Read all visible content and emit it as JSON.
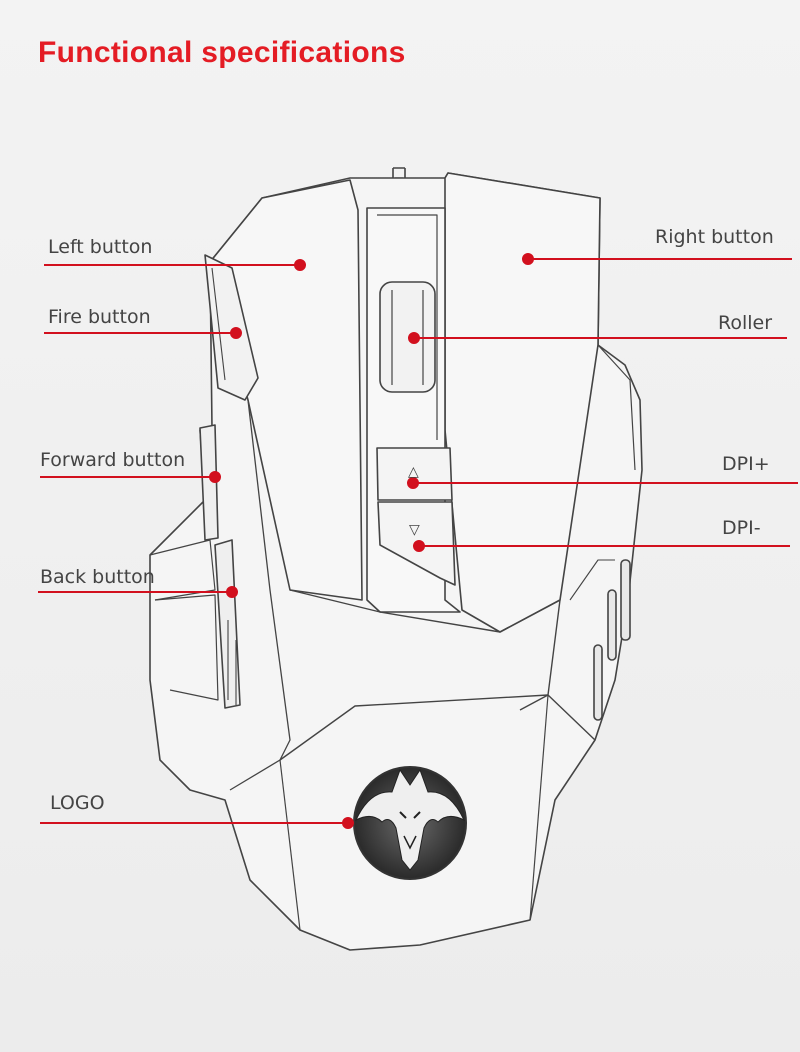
{
  "title": "Functional specifications",
  "labels": {
    "left_button": "Left button",
    "right_button": "Right button",
    "fire_button": "Fire button",
    "roller": "Roller",
    "forward_button": "Forward button",
    "dpi_plus": "DPI+",
    "dpi_minus": "DPI-",
    "back_button": "Back button",
    "logo": "LOGO"
  },
  "colors": {
    "title": "#e41c24",
    "callout_line": "#d2101e",
    "outline": "#444444",
    "label_text": "#444444"
  },
  "icons": {
    "dpi_up_glyph": "△",
    "dpi_down_glyph": "▽",
    "logo_emblem": "bat-emblem-icon"
  }
}
